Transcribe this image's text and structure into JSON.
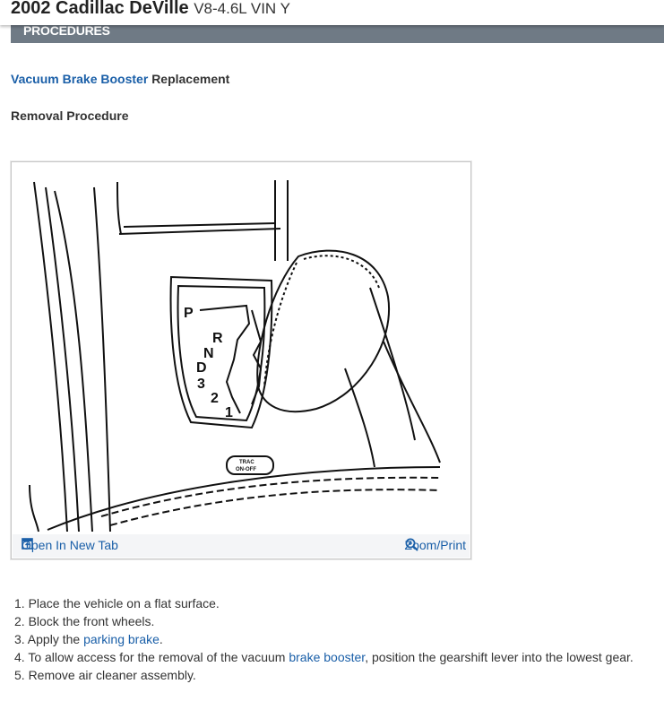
{
  "header": {
    "title": "2002 Cadillac DeVille",
    "subtitle": "V8-4.6L VIN Y"
  },
  "section": {
    "label": "PROCEDURES"
  },
  "procedure": {
    "link_text": "Vacuum Brake Booster",
    "title_rest": "Replacement",
    "subheading": "Removal Procedure"
  },
  "figure": {
    "open_tab_label": "Open In New Tab",
    "zoom_label": "Zoom/Print",
    "icons": {
      "open_tab": "open-in-new-tab-icon",
      "zoom": "zoom-icon"
    },
    "labels": {
      "gears": [
        "P",
        "R",
        "N",
        "D",
        "3",
        "2",
        "1"
      ],
      "switch_line1": "TRAC",
      "switch_line2": "ON-OFF"
    }
  },
  "steps": [
    {
      "prefix": "1. Place the vehicle on a flat surface."
    },
    {
      "prefix": "2. Block the front wheels."
    },
    {
      "prefix": "3. Apply the ",
      "link": "parking brake",
      "suffix": "."
    },
    {
      "prefix": "4. To allow access for the removal of the vacuum ",
      "link": "brake booster",
      "suffix": ", position the gearshift lever into the lowest gear."
    },
    {
      "prefix": "5. Remove air cleaner assembly."
    }
  ],
  "colors": {
    "link": "#1a5fa8",
    "section_bar": "#6f7a85",
    "footer_bg": "#f4f5f7"
  }
}
